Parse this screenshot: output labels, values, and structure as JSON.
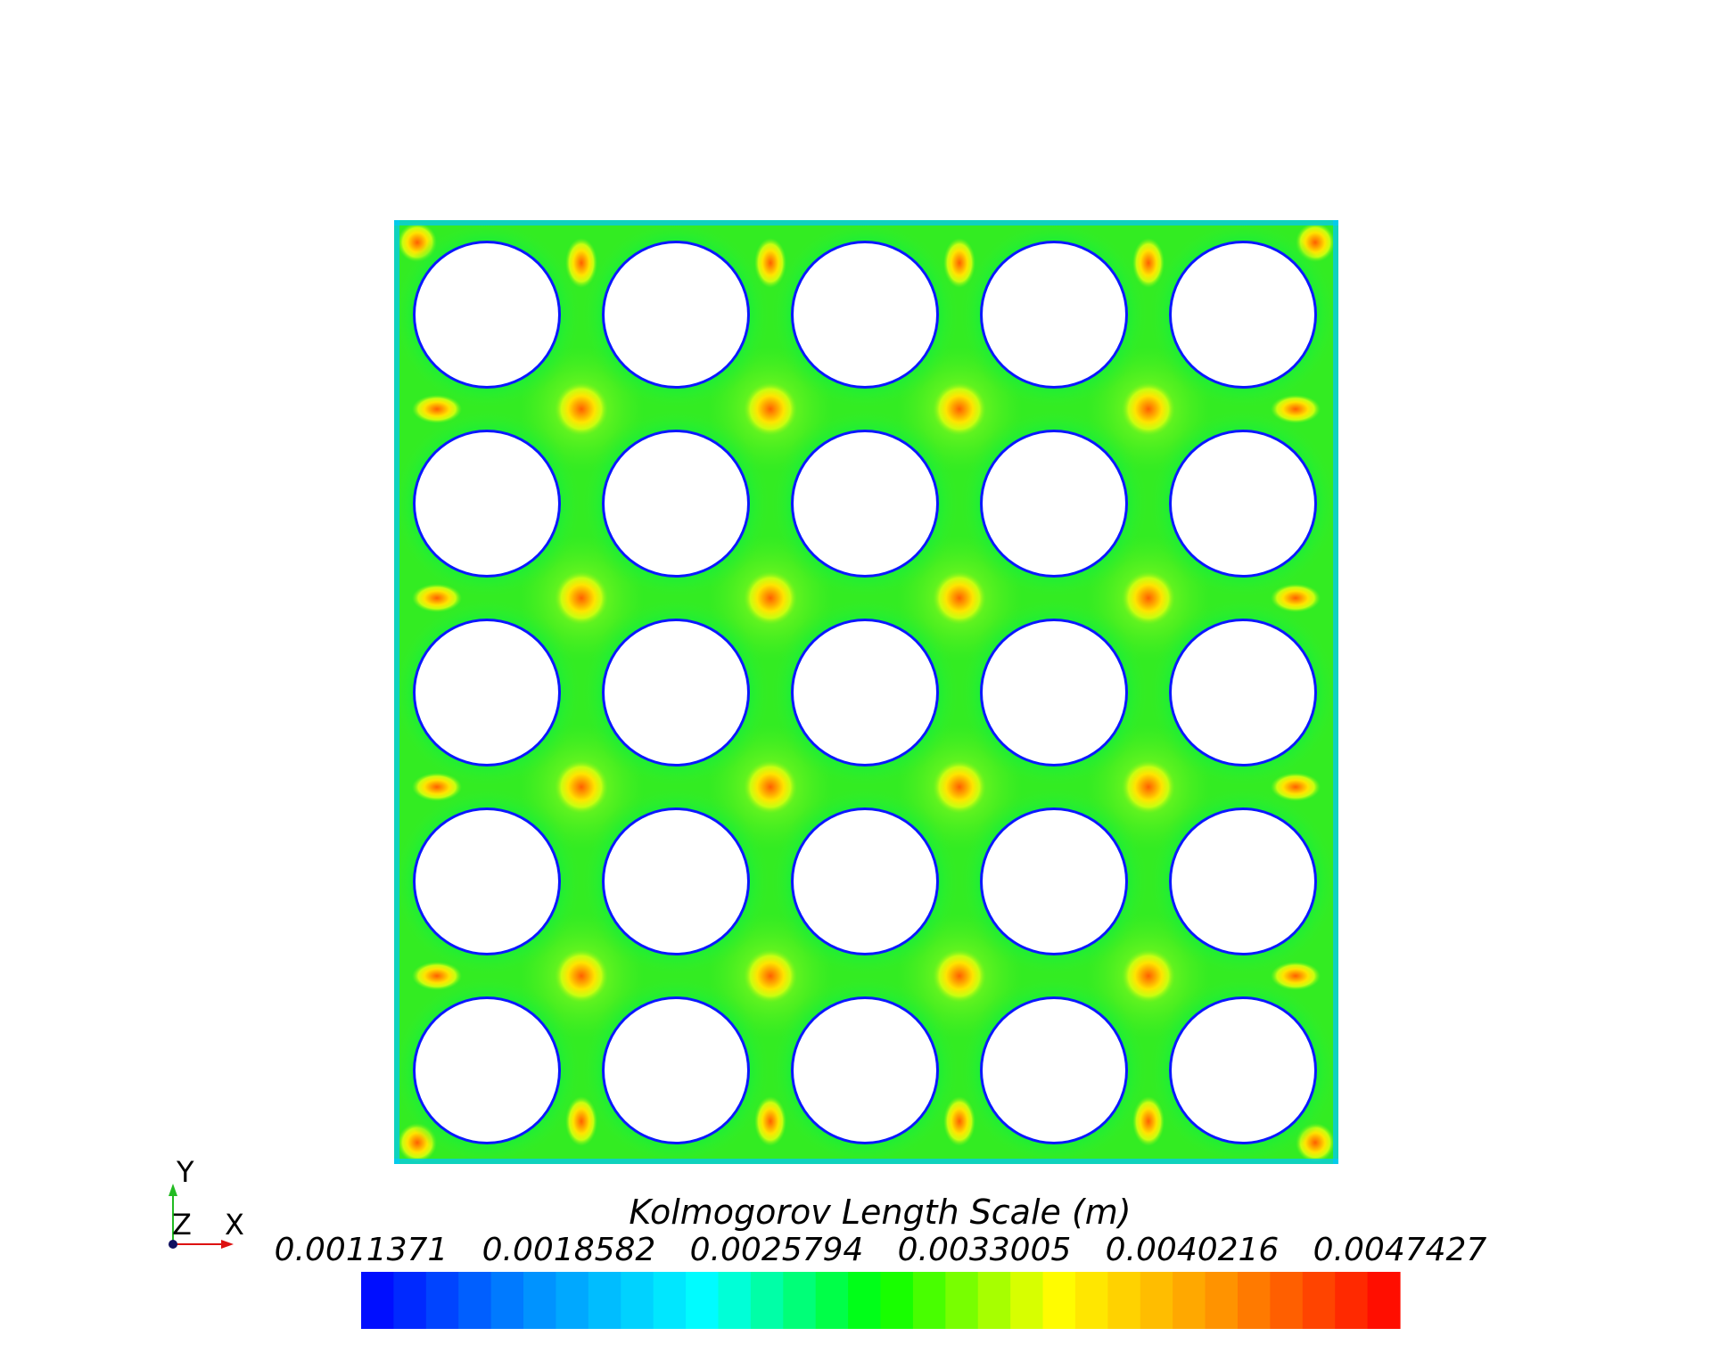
{
  "figure": {
    "background": "#ffffff",
    "grid": {
      "rows": 5,
      "cols": 5
    }
  },
  "colorbar": {
    "title": "Kolmogorov Length Scale (m)",
    "tick_labels": [
      "0.0011371",
      "0.0018582",
      "0.0025794",
      "0.0033005",
      "0.0040216",
      "0.0047427"
    ],
    "range": [
      0.0011371,
      0.0047427
    ],
    "n_bins": 32,
    "colormap": [
      "#0000ff",
      "#0090ff",
      "#00ffff",
      "#00ff00",
      "#ffff00",
      "#ff9000",
      "#ff0000"
    ]
  },
  "axes_triad": {
    "y_label": "Y",
    "z_label": "Z",
    "x_label": "X",
    "y_color": "#22bb22",
    "x_color": "#dd1111",
    "origin_color": "#101060"
  }
}
